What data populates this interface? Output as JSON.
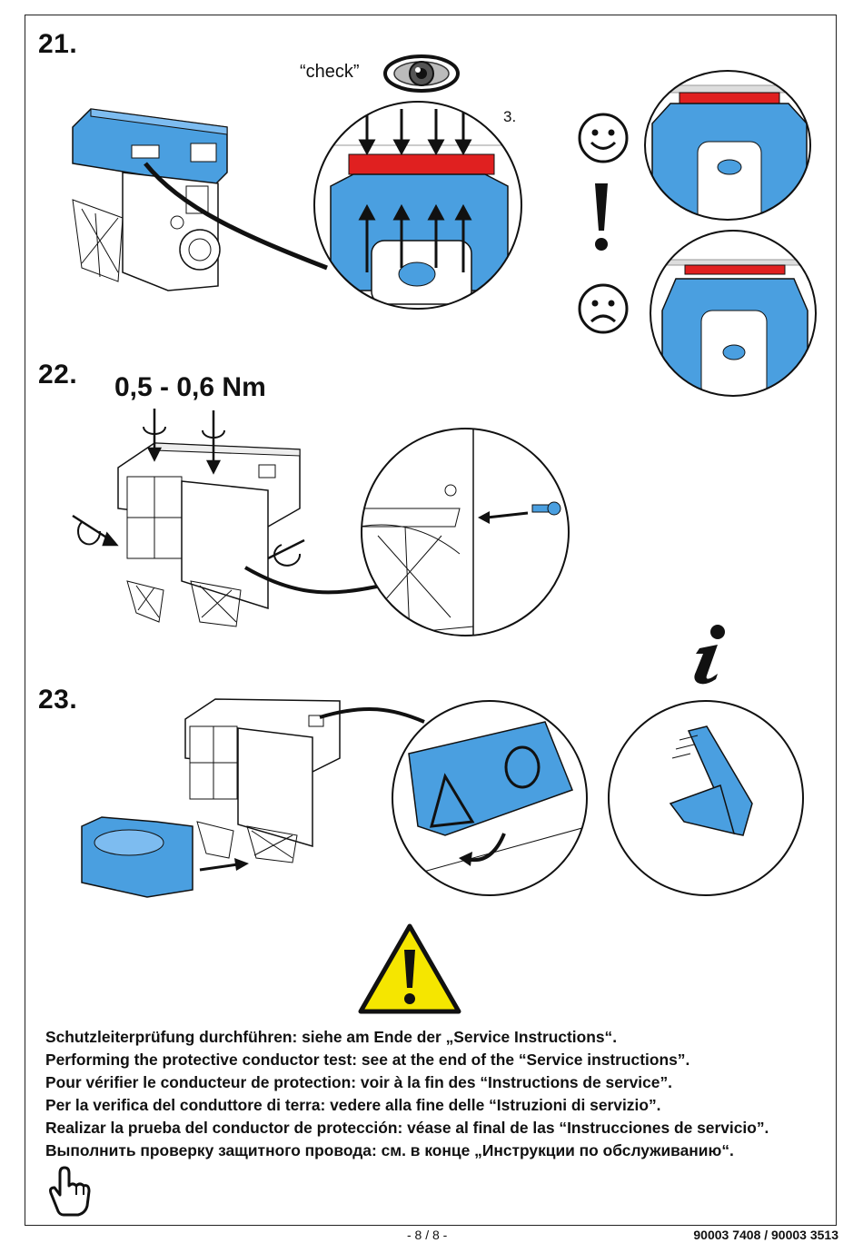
{
  "steps": [
    {
      "number": "21."
    },
    {
      "number": "22.",
      "torque": "0,5 - 0,6 Nm"
    },
    {
      "number": "23."
    }
  ],
  "step21": {
    "check_label": "“check”",
    "sub_step": "3."
  },
  "icons": {
    "eye": "eye-icon",
    "smiley_happy": "happy-face-icon",
    "exclamation": "exclamation-icon",
    "smiley_sad": "sad-face-icon",
    "info": "info-icon",
    "warning": "warning-triangle-icon",
    "hand": "pointing-hand-icon"
  },
  "colors": {
    "part_blue": "#4a9fe0",
    "marker_red": "#e02020",
    "warning_yellow": "#f5e600"
  },
  "warning_lines": [
    "Schutzleiterprüfung durchführen: siehe am Ende der „Service Instructions“.",
    "Performing the protective conductor test: see at the end of the “Service instructions”.",
    "Pour vérifier le conducteur de protection: voir à la fin des “Instructions de service”.",
    "Per la verifica del conduttore di terra: vedere alla fine delle “Istruzioni di servizio”.",
    "Realizar la prueba del conductor de protección: véase al final de las “Instrucciones de servicio”.",
    "Выполнить проверку защитного провода: см. в конце „Инструкции по обслуживанию“."
  ],
  "footer": {
    "page": "- 8 / 8 -",
    "code": "90003 7408 / 90003 3513"
  }
}
